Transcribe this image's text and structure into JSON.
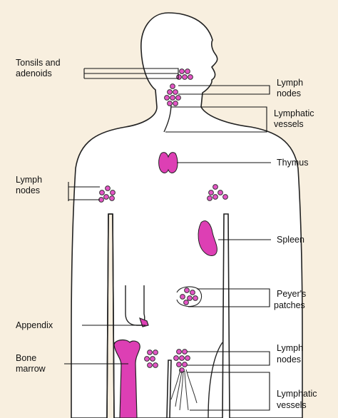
{
  "diagram": {
    "colors": {
      "background": "#f8efdf",
      "body_fill": "#ffffff",
      "outline": "#222222",
      "node_fill": "#e455c6",
      "organ_fill": "#dd3fb4",
      "line": "#111111"
    },
    "labels": {
      "tonsils_l1": "Tonsils and",
      "tonsils_l2": "adenoids",
      "lymph_nodes_neck_l1": "Lymph",
      "lymph_nodes_neck_l2": "nodes",
      "lymphatic_vessels_neck_l1": "Lymphatic",
      "lymphatic_vessels_neck_l2": "vessels",
      "thymus": "Thymus",
      "lymph_nodes_arm_l1": "Lymph",
      "lymph_nodes_arm_l2": "nodes",
      "spleen": "Spleen",
      "peyers_l1": "Peyer's",
      "peyers_l2": "patches",
      "appendix": "Appendix",
      "bone_marrow_l1": "Bone",
      "bone_marrow_l2": "marrow",
      "lymph_nodes_groin_l1": "Lymph",
      "lymph_nodes_groin_l2": "nodes",
      "lymphatic_vessels_leg_l1": "Lymphatic",
      "lymphatic_vessels_leg_l2": "vessels"
    }
  }
}
